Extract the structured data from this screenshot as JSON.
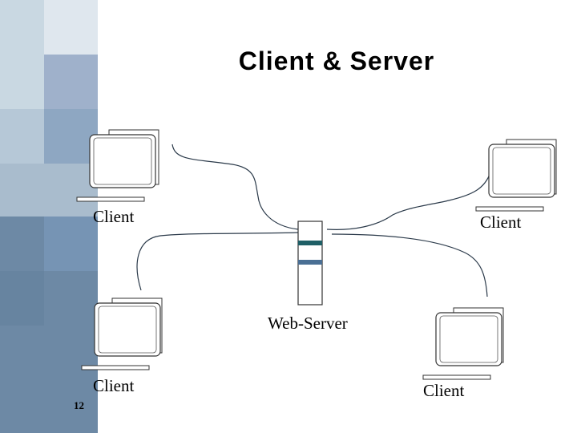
{
  "slide": {
    "title": "Client & Server",
    "page_number": "12"
  },
  "diagram": {
    "server_label": "Web-Server",
    "clients": [
      {
        "label": "Client"
      },
      {
        "label": "Client"
      },
      {
        "label": "Client"
      },
      {
        "label": "Client"
      }
    ]
  },
  "colors": {
    "sidebar_light": "#c9d7e0",
    "sidebar_mid": "#a3b5c8",
    "sidebar_dark": "#6f8aa6",
    "server_stripe_dark": "#1f5f66",
    "server_stripe_light": "#4a6f94"
  }
}
